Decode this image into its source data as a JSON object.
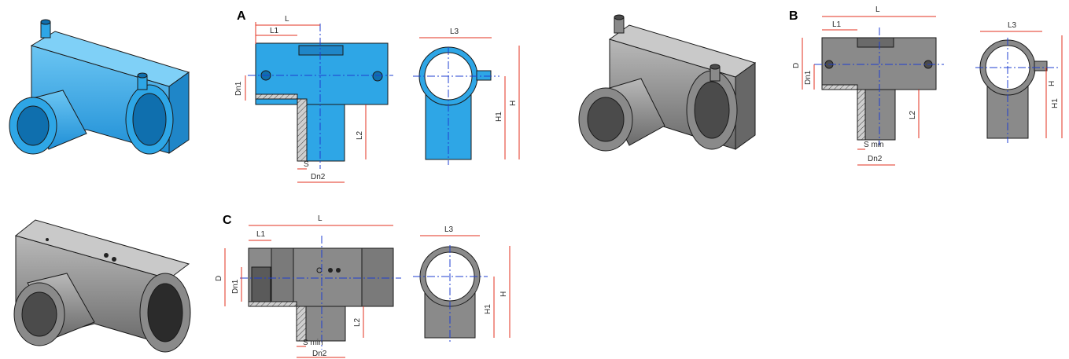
{
  "sections": [
    {
      "letter": "A",
      "dims": {
        "L": "L",
        "L1": "L1",
        "L2": "L2",
        "L3": "L3",
        "H": "H",
        "H1": "H1",
        "Dn1": "Dn1",
        "Dn2": "Dn2",
        "S": "S"
      }
    },
    {
      "letter": "B",
      "dims": {
        "L": "L",
        "L1": "L1",
        "L2": "L2",
        "L3": "L3",
        "H": "H",
        "H1": "H1",
        "D": "D",
        "Dn1": "Dn1",
        "Dn2": "Dn2",
        "S": "S min"
      }
    },
    {
      "letter": "C",
      "dims": {
        "L": "L",
        "L1": "L1",
        "L2": "L2",
        "L3": "L3",
        "H": "H",
        "H1": "H1",
        "D": "D",
        "Dn1": "Dn1",
        "Dn2": "Dn2",
        "S": "S min"
      }
    }
  ],
  "colors": {
    "fitting_blue": "#2ea6e6",
    "fitting_grey": "#8a8a8a",
    "dimension": "#e3321f",
    "axis": "#1f3fd0"
  }
}
